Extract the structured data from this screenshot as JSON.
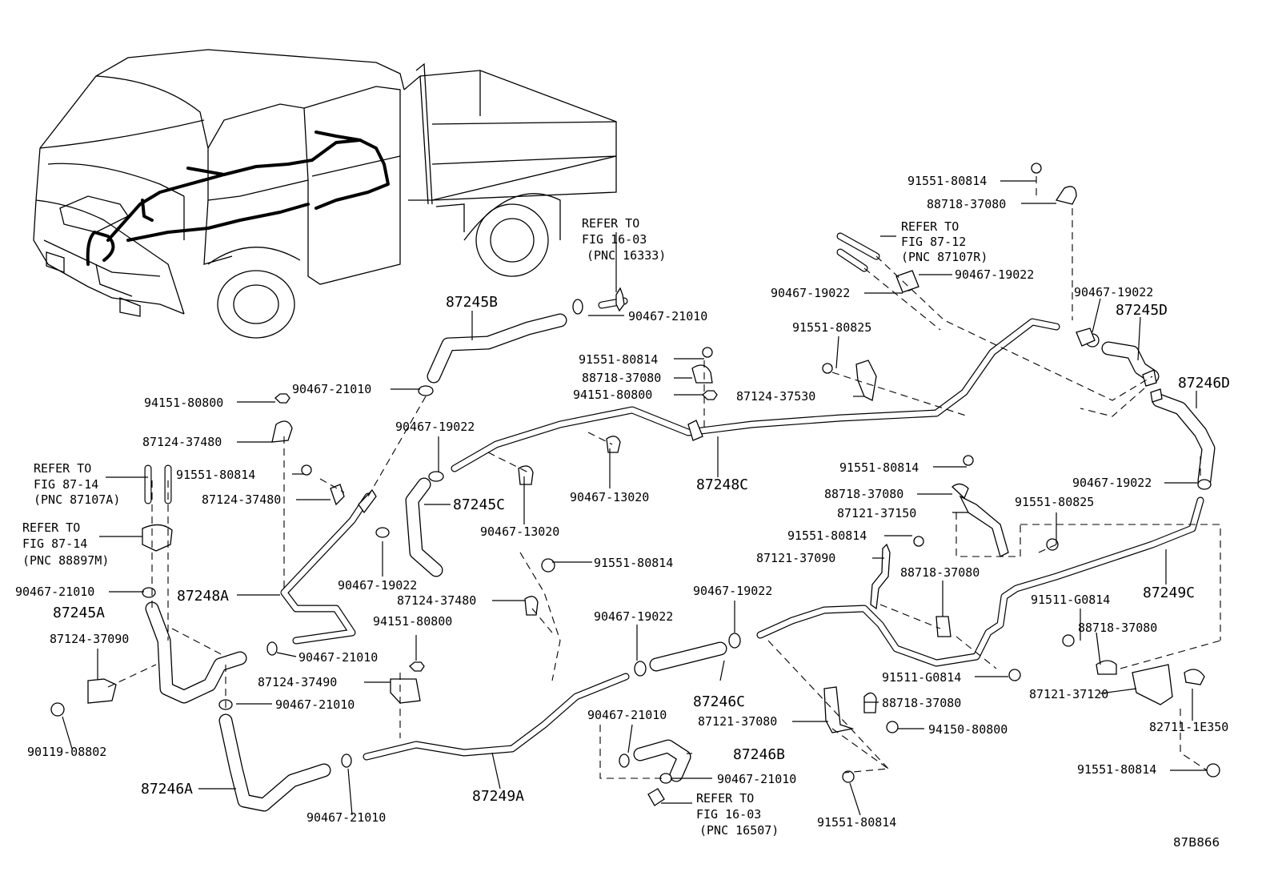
{
  "diagram_code": "87B866",
  "labels": {
    "p91551_80814_a": "91551-80814",
    "p88718_37080_a": "88718-37080",
    "refer_8712": [
      "REFER TO",
      "FIG 87-12",
      "(PNC 87107R)"
    ],
    "p90467_19022_a": "90467-19022",
    "p90467_19022_b": "90467-19022",
    "p90467_19022_c": "90467-19022",
    "h87245D": "87245D",
    "p91551_80825_a": "91551-80825",
    "p87124_37530": "87124-37530",
    "h87246D": "87246D",
    "refer_1603_a": [
      "REFER TO",
      "FIG 16-03",
      "(PNC 16333)"
    ],
    "h87245B": "87245B",
    "p90467_21010_a": "90467-21010",
    "p91551_80814_b": "91551-80814",
    "p88718_37080_b": "88718-37080",
    "p94151_80800_a": "94151-80800",
    "p90467_21010_b": "90467-21010",
    "p94151_80800_b": "94151-80800",
    "p87124_37480_a": "87124-37480",
    "p90467_19022_d": "90467-19022",
    "refer_8714_a": [
      "REFER TO",
      "FIG 87-14",
      "(PNC 87107A)"
    ],
    "p91551_80814_c": "91551-80814",
    "p87124_37480_b": "87124-37480",
    "h87245C": "87245C",
    "p90467_13020_a": "90467-13020",
    "p90467_13020_b": "90467-13020",
    "h87248C": "87248C",
    "p91551_80814_d": "91551-80814",
    "p88718_37080_c": "88718-37080",
    "p87121_37150": "87121-37150",
    "p90467_19022_e": "90467-19022",
    "p91551_80825_b": "91551-80825",
    "refer_8714_b": [
      "REFER TO",
      "FIG 87-14",
      "(PNC 88897M)"
    ],
    "p91551_80814_e": "91551-80814",
    "p87121_37090": "87121-37090",
    "p90467_19022_f": "90467-19022",
    "p91551_80814_f": "91551-80814",
    "p88718_37080_d": "88718-37080",
    "p90467_21010_c": "90467-21010",
    "h87248A": "87248A",
    "p87124_37480_c": "87124-37480",
    "h87245A": "87245A",
    "p94151_80800_c": "94151-80800",
    "p90467_19022_g": "90467-19022",
    "p91511_G0814_a": "91511-G0814",
    "h87249C": "87249C",
    "p87124_37090": "87124-37090",
    "p90467_19022_h": "90467-19022",
    "p88718_37080_e": "88718-37080",
    "p90467_21010_d": "90467-21010",
    "p87124_37490": "87124-37490",
    "p91511_G0814_b": "91511-G0814",
    "p90467_21010_e": "90467-21010",
    "h87246C": "87246C",
    "p88718_37080_f": "88718-37080",
    "p87121_37120": "87121-37120",
    "p87121_37080": "87121-37080",
    "p94150_80800": "94150-80800",
    "p82711_1E350": "82711-1E350",
    "p90119_08802": "90119-08802",
    "p90467_21010_f": "90467-21010",
    "h87246B": "87246B",
    "p91551_80814_g": "91551-80814",
    "p90467_21010_g": "90467-21010",
    "h87246A": "87246A",
    "h87249A": "87249A",
    "refer_1603_b": [
      "REFER TO",
      "FIG 16-03",
      "(PNC 16507)"
    ],
    "p90467_21010_h": "90467-21010",
    "p91551_80814_h": "91551-80814"
  }
}
